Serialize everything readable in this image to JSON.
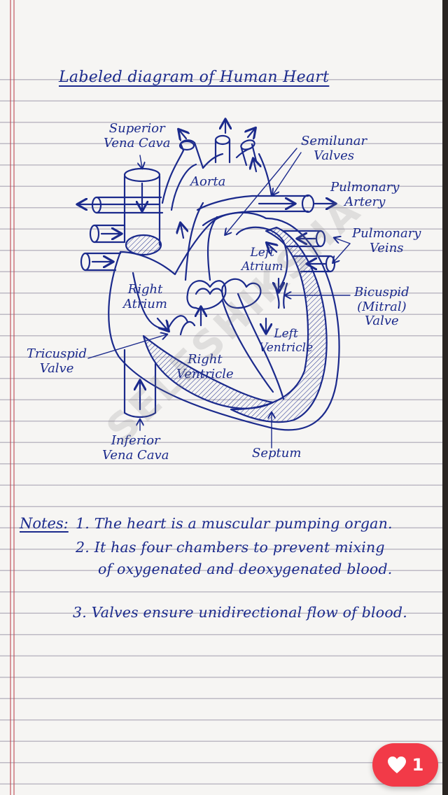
{
  "title": "Labeled diagram of Human Heart",
  "labels": {
    "superior_vena_cava": [
      "Superior",
      "Vena Cava"
    ],
    "aorta": "Aorta",
    "semilunar_valves": [
      "Semilunar",
      "Valves"
    ],
    "pulmonary_artery": [
      "Pulmonary",
      "Artery"
    ],
    "pulmonary_veins": [
      "Pulmonary",
      "Veins"
    ],
    "left_atrium": [
      "Left",
      "Atrium"
    ],
    "right_atrium": [
      "Right",
      "Atrium"
    ],
    "bicuspid_valve": [
      "Bicuspid",
      "(Mitral)",
      "Valve"
    ],
    "tricuspid_valve": [
      "Tricuspid",
      "Valve"
    ],
    "right_ventricle": [
      "Right",
      "Ventricle"
    ],
    "left_ventricle": [
      "Left",
      "Ventricle"
    ],
    "inferior_vena_cava": [
      "Inferior",
      "Vena Cava"
    ],
    "septum": "Septum"
  },
  "watermark": "SELFSHIKSHA",
  "notes": {
    "heading": "Notes:",
    "items": [
      {
        "num": "1.",
        "lines": [
          "The heart is a muscular pumping organ."
        ]
      },
      {
        "num": "2.",
        "lines": [
          "It has four chambers to prevent mixing",
          "of oxygenated and deoxygenated blood."
        ]
      },
      {
        "num": "3.",
        "lines": [
          "Valves ensure unidirectional flow of blood."
        ]
      }
    ]
  },
  "like_badge": {
    "count": "1",
    "icon": "heart-icon"
  },
  "colors": {
    "ink": "#1b2a8c",
    "badge": "#f23a48"
  }
}
